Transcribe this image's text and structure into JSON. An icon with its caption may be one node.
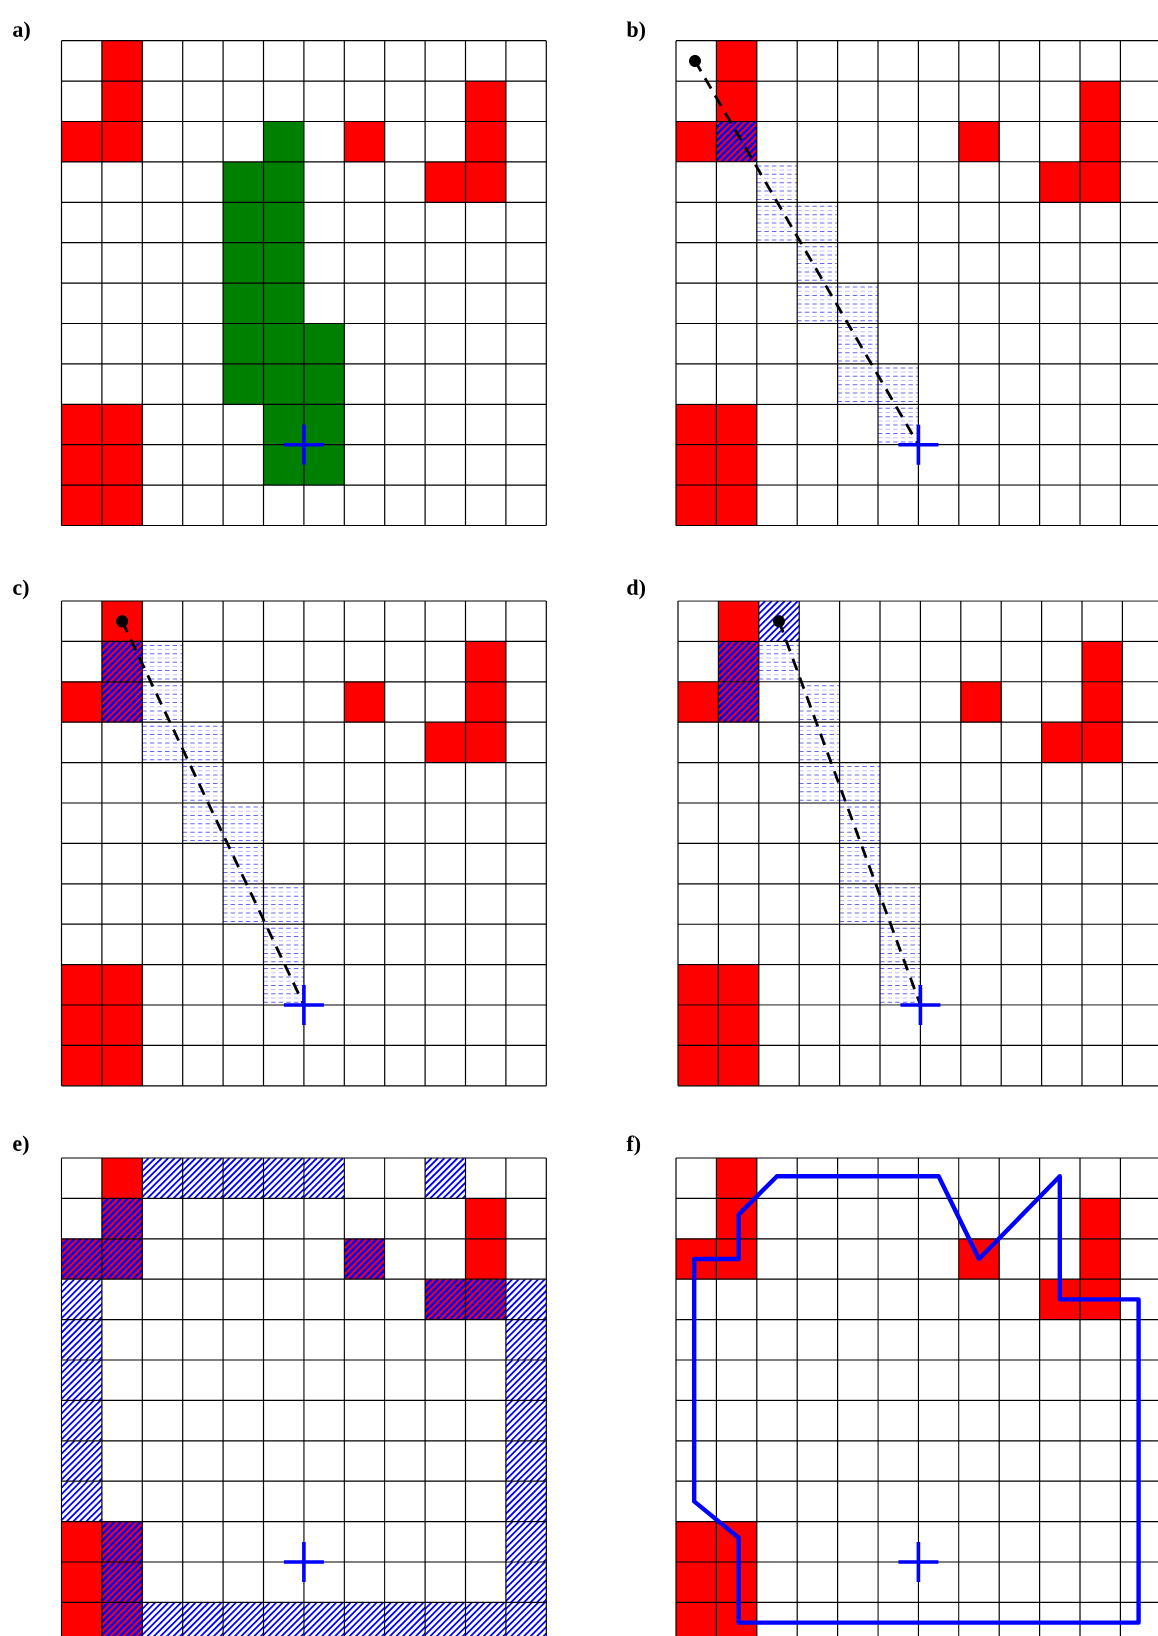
{
  "diagram": {
    "labels": [
      "a)",
      "b)",
      "c)",
      "d)",
      "e)",
      "f)"
    ]
  }
}
